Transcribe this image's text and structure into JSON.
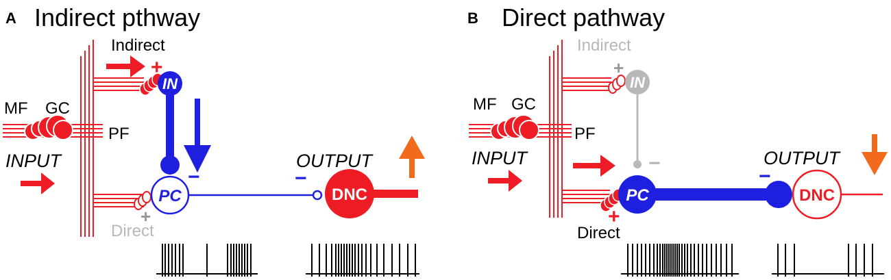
{
  "panel_a": {
    "letter": "A",
    "title": "Indirect pthway",
    "labels": {
      "mf": "MF",
      "gc": "GC",
      "pf": "PF",
      "input": "INPUT",
      "output": "OUTPUT",
      "indirect": "Indirect",
      "direct": "Direct",
      "in_cell": "IN",
      "pc_cell": "PC",
      "dnc_cell": "DNC",
      "plus_indirect": "+",
      "plus_direct": "+",
      "minus_pc": "−",
      "minus_dnc": "−"
    }
  },
  "panel_b": {
    "letter": "B",
    "title": "Direct pathway",
    "labels": {
      "mf": "MF",
      "gc": "GC",
      "pf": "PF",
      "input": "INPUT",
      "output": "OUTPUT",
      "indirect": "Indirect",
      "direct": "Direct",
      "in_cell": "IN",
      "pc_cell": "PC",
      "dnc_cell": "DNC",
      "plus_indirect": "+",
      "plus_direct": "+",
      "minus_pc": "−",
      "minus_dnc": "−"
    }
  },
  "colors": {
    "red": "#ee1c24",
    "blue": "#1f1fe0",
    "gray": "#b8b8b8",
    "orange": "#f26b1d",
    "black": "#000000"
  },
  "spike_trains": {
    "a_pc": [
      237,
      241,
      246,
      251,
      256,
      262,
      267,
      302,
      332,
      337,
      341,
      345,
      349,
      353,
      357,
      361,
      366
    ],
    "a_dnc": [
      455,
      466,
      476,
      484,
      490,
      494,
      498,
      502,
      506,
      510,
      514,
      518,
      523,
      528,
      534,
      541,
      550,
      560,
      572,
      583,
      595,
      606
    ],
    "b_pc": [
      916,
      923,
      930,
      936,
      942,
      948,
      954,
      959,
      963,
      967,
      970,
      973,
      976,
      979,
      982,
      985,
      988,
      991,
      995,
      999,
      1003,
      1008,
      1013,
      1019,
      1025,
      1031,
      1038,
      1045,
      1052,
      1060,
      1068
    ],
    "b_dnc": [
      1135,
      1146,
      1159,
      1238,
      1249,
      1261,
      1273
    ]
  }
}
